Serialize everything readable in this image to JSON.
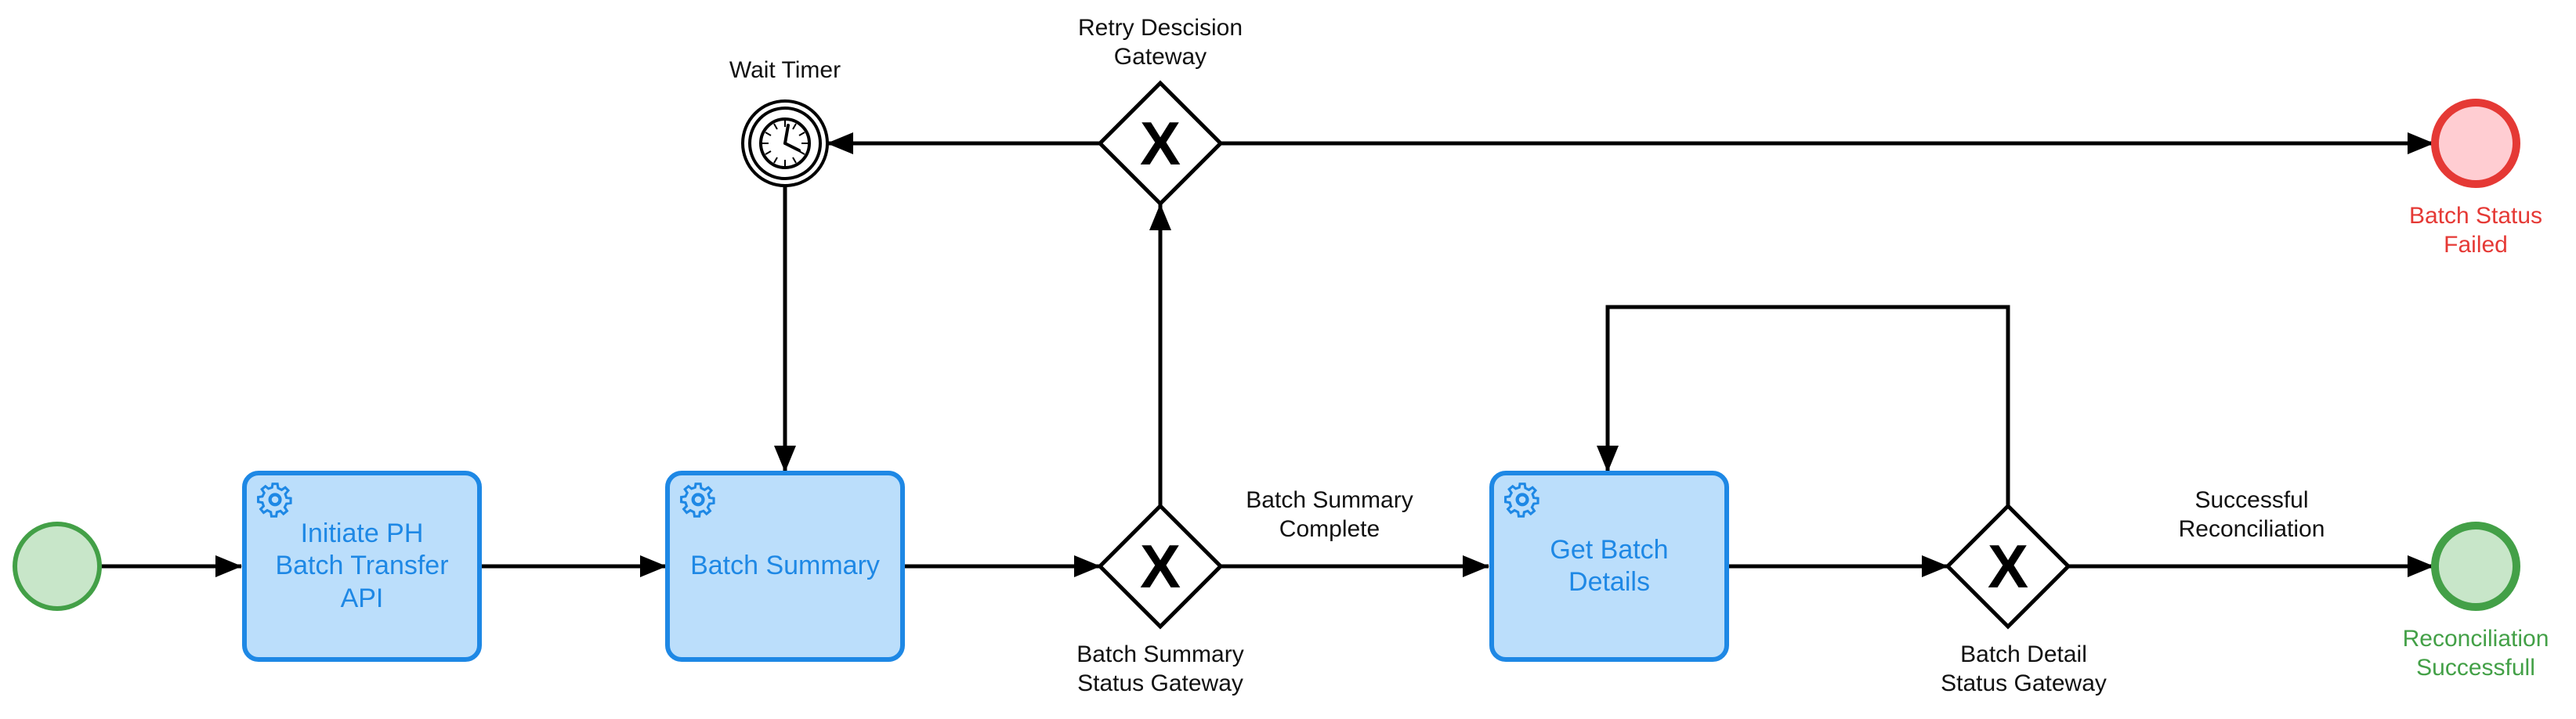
{
  "colors": {
    "task_fill": "#bbdefb",
    "task_stroke": "#1e88e5",
    "start_fill": "#c8e6c9",
    "start_stroke": "#43a047",
    "end_fail_fill": "#ffcdd2",
    "end_fail_stroke": "#e53935",
    "end_ok_fill": "#c8e6c9",
    "end_ok_stroke": "#43a047",
    "edge": "#000000"
  },
  "tasks": {
    "initiate": {
      "label": "Initiate PH\nBatch Transfer\nAPI",
      "icon": "gear-icon"
    },
    "summary": {
      "label": "Batch Summary",
      "icon": "gear-icon"
    },
    "details": {
      "label": "Get Batch\nDetails",
      "icon": "gear-icon"
    }
  },
  "gateways": {
    "retry": {
      "label": "Retry Descision\nGateway",
      "marker": "X"
    },
    "summary_status": {
      "label": "Batch Summary\nStatus Gateway",
      "marker": "X"
    },
    "detail_status": {
      "label": "Batch Detail\nStatus Gateway",
      "marker": "X"
    }
  },
  "events": {
    "start": {
      "label": ""
    },
    "timer": {
      "label": "Wait Timer",
      "icon": "clock-icon"
    },
    "failed": {
      "label": "Batch Status\nFailed"
    },
    "success": {
      "label": "Reconciliation\nSuccessfull"
    }
  },
  "flows": {
    "summary_complete": "Batch Summary\nComplete",
    "successful_reconciliation": "Successful\nReconciliation"
  }
}
